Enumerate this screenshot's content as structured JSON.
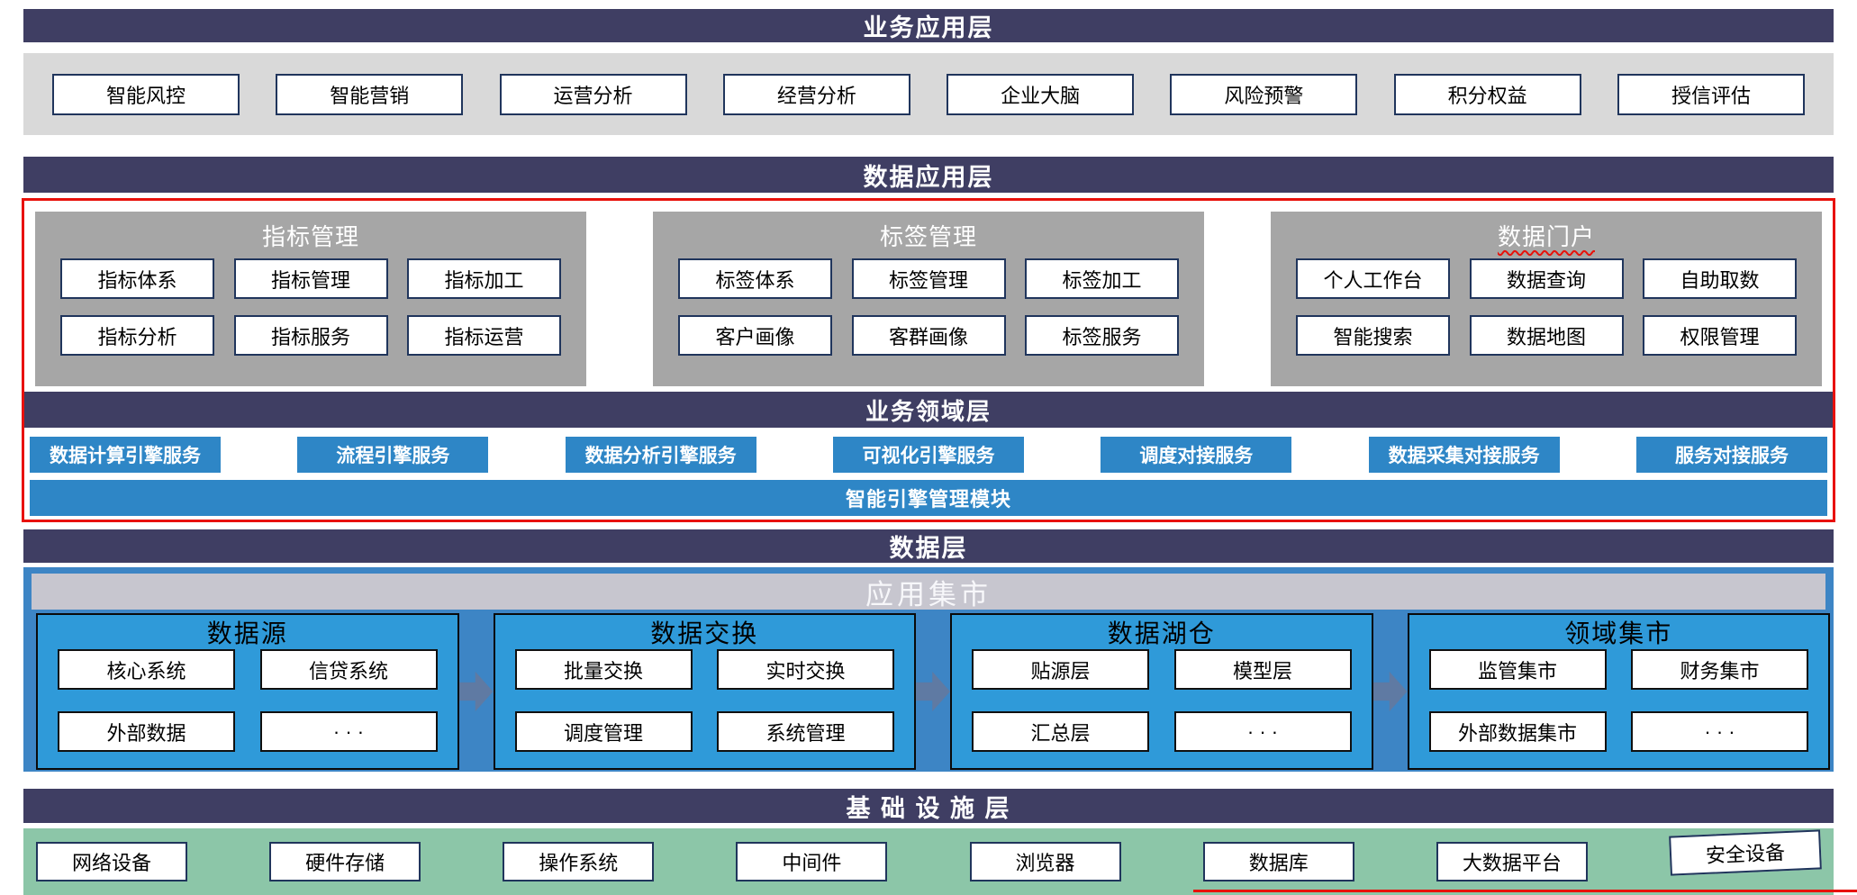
{
  "colors": {
    "header_navy": "#3f3e63",
    "band_gray": "#d9d9d9",
    "panel_gray": "#a6a6a6",
    "accent_blue": "#2e86c6",
    "panel_blue": "#2f9ad9",
    "mart_strip_gray": "#c7c6cf",
    "green_band": "#8cc6a8",
    "highlight_red": "#e8110b",
    "arrow_steel_blue": "#5f7aa3"
  },
  "business_app": {
    "title": "业务应用层",
    "items": [
      "智能风控",
      "智能营销",
      "运营分析",
      "经营分析",
      "企业大脑",
      "风险预警",
      "积分权益",
      "授信评估"
    ]
  },
  "data_app": {
    "title": "数据应用层",
    "panels": [
      {
        "title": "指标管理",
        "items": [
          "指标体系",
          "指标管理",
          "指标加工",
          "指标分析",
          "指标服务",
          "指标运营"
        ]
      },
      {
        "title": "标签管理",
        "items": [
          "标签体系",
          "标签管理",
          "标签加工",
          "客户画像",
          "客群画像",
          "标签服务"
        ]
      },
      {
        "title": "数据门户",
        "items": [
          "个人工作台",
          "数据查询",
          "自助取数",
          "智能搜索",
          "数据地图",
          "权限管理"
        ]
      }
    ]
  },
  "business_domain": {
    "title": "业务领域层",
    "services": [
      "数据计算引擎服务",
      "流程引擎服务",
      "数据分析引擎服务",
      "可视化引擎服务",
      "调度对接服务",
      "数据采集对接服务",
      "服务对接服务"
    ],
    "engine_module": "智能引擎管理模块"
  },
  "data_layer": {
    "title": "数据层",
    "mart_title": "应用集市",
    "panels": [
      {
        "title": "数据源",
        "items": [
          "核心系统",
          "信贷系统",
          "外部数据",
          "· · ·"
        ]
      },
      {
        "title": "数据交换",
        "items": [
          "批量交换",
          "实时交换",
          "调度管理",
          "系统管理"
        ]
      },
      {
        "title": "数据湖仓",
        "items": [
          "贴源层",
          "模型层",
          "汇总层",
          "· · ·"
        ]
      },
      {
        "title": "领域集市",
        "items": [
          "监管集市",
          "财务集市",
          "外部数据集市",
          "· · ·"
        ]
      }
    ]
  },
  "infrastructure": {
    "title": "基 础 设 施 层",
    "items": [
      "网络设备",
      "硬件存储",
      "操作系统",
      "中间件",
      "浏览器",
      "数据库",
      "大数据平台",
      "安全设备"
    ]
  }
}
